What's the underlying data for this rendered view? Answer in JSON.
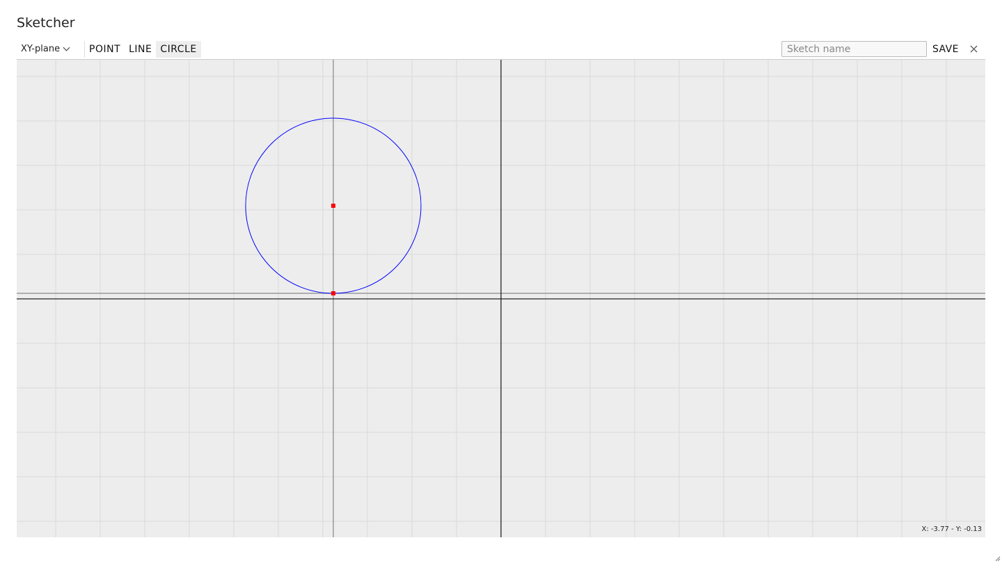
{
  "window": {
    "title": "Sketcher"
  },
  "toolbar": {
    "plane_select": "XY-plane",
    "tools": [
      "POINT",
      "LINE",
      "CIRCLE"
    ],
    "active_tool": "CIRCLE",
    "sketch_name_placeholder": "Sketch name",
    "sketch_name_value": "",
    "save_label": "SAVE",
    "close_icon": "close-icon"
  },
  "canvas": {
    "coords_readout": "X: -3.77 - Y: -0.13",
    "background_color": "#ededed",
    "circle_color": "#0000ff",
    "point_color": "#ff0000"
  }
}
